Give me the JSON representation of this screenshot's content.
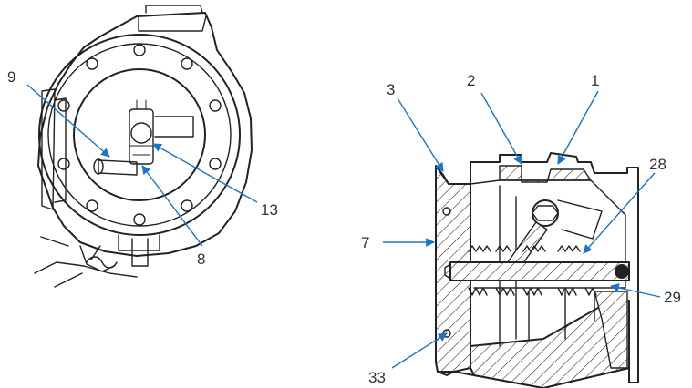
{
  "diagram": {
    "colors": {
      "leader": "#1a75c9",
      "linework": "#222222",
      "label": "#333333"
    },
    "front_view": {
      "callouts": [
        {
          "id": "9",
          "text": "9"
        },
        {
          "id": "13",
          "text": "13"
        },
        {
          "id": "8",
          "text": "8"
        }
      ]
    },
    "section_view": {
      "callouts": [
        {
          "id": "3",
          "text": "3"
        },
        {
          "id": "2",
          "text": "2"
        },
        {
          "id": "1",
          "text": "1"
        },
        {
          "id": "28",
          "text": "28"
        },
        {
          "id": "7",
          "text": "7"
        },
        {
          "id": "29",
          "text": "29"
        },
        {
          "id": "33",
          "text": "33"
        }
      ]
    }
  }
}
